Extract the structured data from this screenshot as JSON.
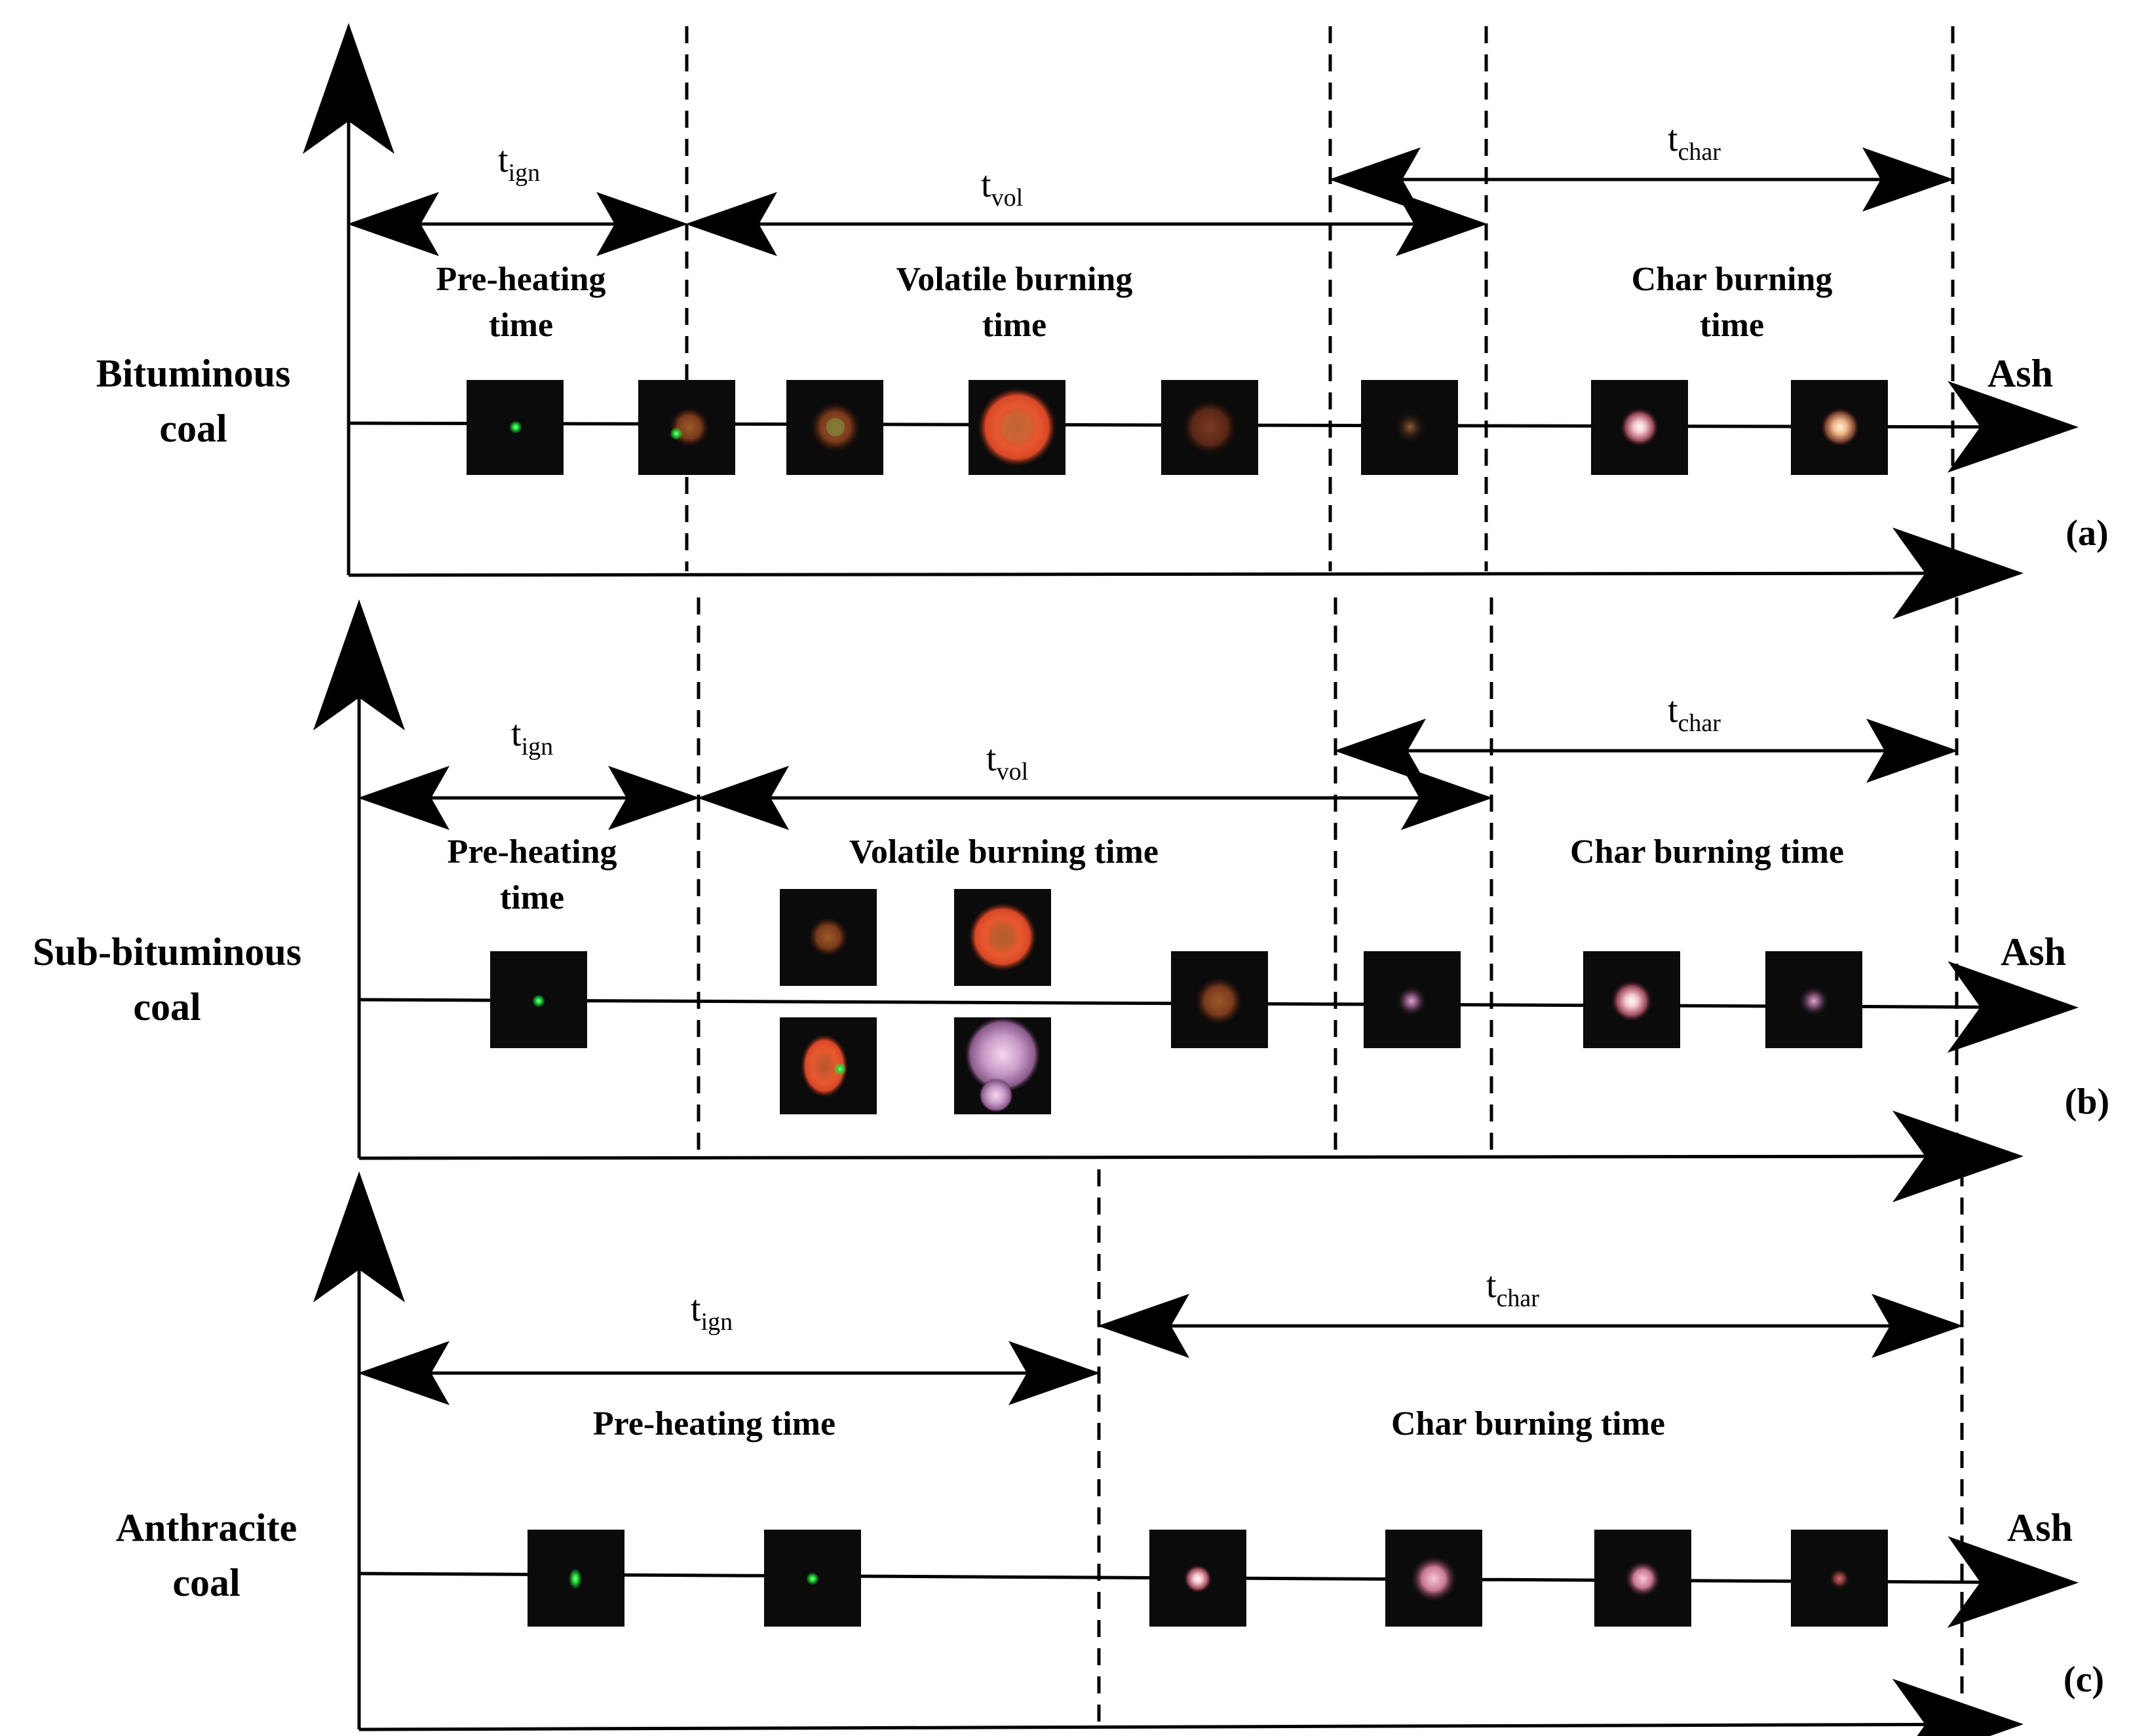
{
  "panels": [
    {
      "id": "a",
      "row_label": [
        "Bituminous",
        "coal"
      ],
      "panel_label": "(a)",
      "end_label": "Ash",
      "t_ign": {
        "base": "t",
        "sub": "ign"
      },
      "t_vol": {
        "base": "t",
        "sub": "vol"
      },
      "t_char": {
        "base": "t",
        "sub": "char"
      },
      "phase_preheat": [
        "Pre-heating",
        "time"
      ],
      "phase_volatile": [
        "Volatile burning",
        "time"
      ],
      "phase_char": [
        "Char burning",
        "time"
      ]
    },
    {
      "id": "b",
      "row_label": [
        "Sub-bituminous",
        "coal"
      ],
      "panel_label": "(b)",
      "end_label": "Ash",
      "t_ign": {
        "base": "t",
        "sub": "ign"
      },
      "t_vol": {
        "base": "t",
        "sub": "vol"
      },
      "t_char": {
        "base": "t",
        "sub": "char"
      },
      "phase_preheat": [
        "Pre-heating",
        "time"
      ],
      "phase_volatile": [
        "Volatile burning time"
      ],
      "phase_char": [
        "Char burning time"
      ]
    },
    {
      "id": "c",
      "row_label": [
        "Anthracite",
        "coal"
      ],
      "panel_label": "(c)",
      "end_label": "Ash",
      "t_ign": {
        "base": "t",
        "sub": "ign"
      },
      "t_char": {
        "base": "t",
        "sub": "char"
      },
      "phase_preheat": [
        "Pre-heating time"
      ],
      "phase_char": [
        "Char burning time"
      ]
    }
  ],
  "colors": {
    "line": "#000000",
    "frame_bg": "#0b0b0b",
    "green_particle": "#22e23a",
    "orange_flame": "#e8582f",
    "pink_char": "#f0b8c8",
    "purple_flame": "#b58ab8"
  },
  "icons": [
    "green-particle-icon",
    "orange-flame-particle-icon",
    "char-glow-particle-icon"
  ]
}
